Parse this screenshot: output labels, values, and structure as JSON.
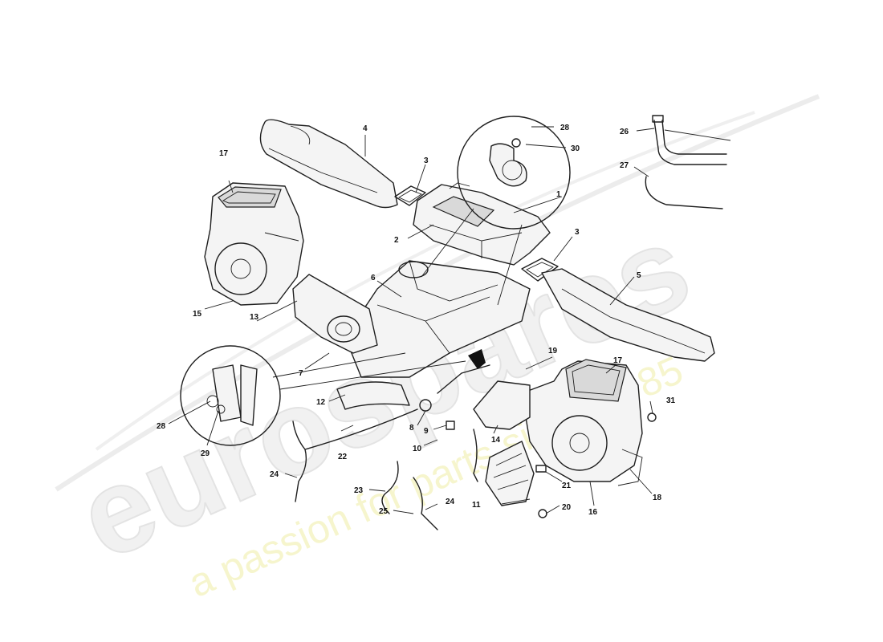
{
  "watermark": {
    "brand": "eurospares",
    "tagline": "a passion for parts since 1985"
  },
  "callouts": [
    {
      "id": "c1",
      "label": "1"
    },
    {
      "id": "c2",
      "label": "2"
    },
    {
      "id": "c3a",
      "label": "3"
    },
    {
      "id": "c3b",
      "label": "3"
    },
    {
      "id": "c4",
      "label": "4"
    },
    {
      "id": "c5",
      "label": "5"
    },
    {
      "id": "c6",
      "label": "6"
    },
    {
      "id": "c7",
      "label": "7"
    },
    {
      "id": "c8",
      "label": "8"
    },
    {
      "id": "c9",
      "label": "9"
    },
    {
      "id": "c10",
      "label": "10"
    },
    {
      "id": "c11",
      "label": "11"
    },
    {
      "id": "c12",
      "label": "12"
    },
    {
      "id": "c13",
      "label": "13"
    },
    {
      "id": "c14",
      "label": "14"
    },
    {
      "id": "c15",
      "label": "15"
    },
    {
      "id": "c16",
      "label": "16"
    },
    {
      "id": "c17a",
      "label": "17"
    },
    {
      "id": "c17b",
      "label": "17"
    },
    {
      "id": "c18",
      "label": "18"
    },
    {
      "id": "c19",
      "label": "19"
    },
    {
      "id": "c20",
      "label": "20"
    },
    {
      "id": "c21",
      "label": "21"
    },
    {
      "id": "c22",
      "label": "22"
    },
    {
      "id": "c23",
      "label": "23"
    },
    {
      "id": "c24a",
      "label": "24"
    },
    {
      "id": "c24b",
      "label": "24"
    },
    {
      "id": "c25",
      "label": "25"
    },
    {
      "id": "c26",
      "label": "26"
    },
    {
      "id": "c27",
      "label": "27"
    },
    {
      "id": "c28a",
      "label": "28"
    },
    {
      "id": "c28b",
      "label": "28"
    },
    {
      "id": "c29",
      "label": "29"
    },
    {
      "id": "c30",
      "label": "30"
    },
    {
      "id": "c31",
      "label": "31"
    }
  ]
}
